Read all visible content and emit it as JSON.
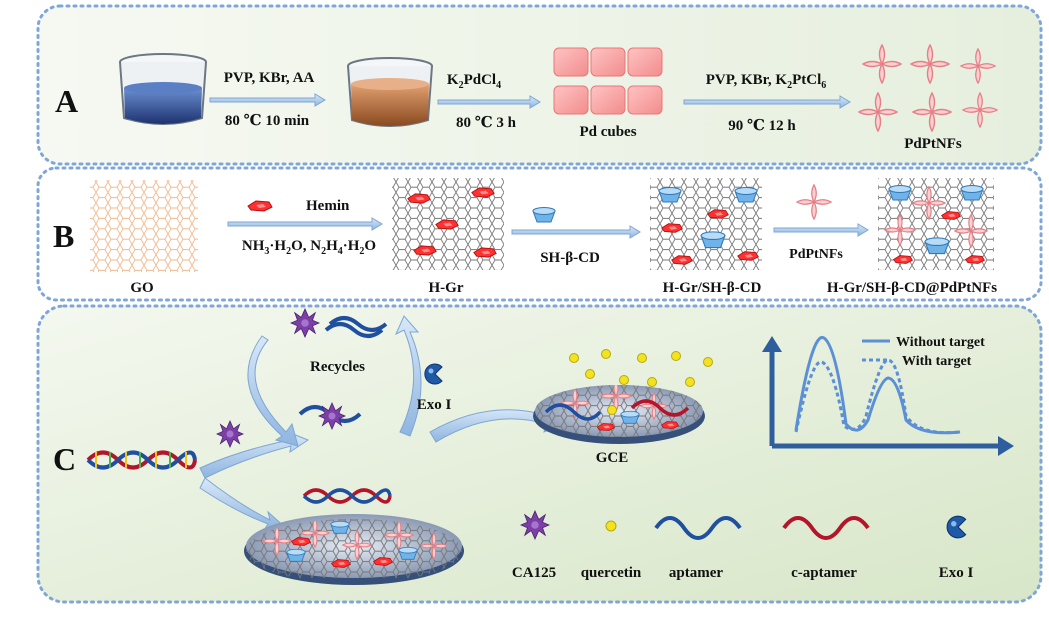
{
  "panels": {
    "a": {
      "letter": "A",
      "step1": {
        "reagents": "PVP, KBr, AA",
        "conditions": "80 ℃ 10 min"
      },
      "step2": {
        "reagent_base": "K",
        "reagent_sub1": "2",
        "reagent_mid": "PdCl",
        "reagent_sub2": "4",
        "conditions": "80 ℃ 3 h"
      },
      "pd_cubes_label": "Pd cubes",
      "step3": {
        "reagent_prefix": "PVP, KBr, K",
        "reagent_sub1": "2",
        "reagent_mid": "PtCl",
        "reagent_sub2": "6",
        "conditions": "90 ℃ 12 h"
      },
      "product_label": "PdPtNFs"
    },
    "b": {
      "letter": "B",
      "go_label": "GO",
      "hemin_label": "Hemin",
      "conditions": {
        "p1": "NH",
        "s1": "3",
        "p2": "·H",
        "s2": "2",
        "p3": "O, N",
        "s3": "2",
        "p4": "H",
        "s4": "4",
        "p5": "·H",
        "s5": "2",
        "p6": "O"
      },
      "hgr_label": "H-Gr",
      "shcd_label": "SH-β-CD",
      "hgr_cd_label": "H-Gr/SH-β-CD",
      "pdpt_label": "PdPtNFs",
      "final_label": "H-Gr/SH-β-CD@PdPtNFs"
    },
    "c": {
      "letter": "C",
      "recycles_label": "Recycles",
      "exo_label": "Exo I",
      "gce_label": "GCE",
      "legend_without": "Without target",
      "legend_with": "With target",
      "key": {
        "ca125": "CA125",
        "quercetin": "quercetin",
        "aptamer": "aptamer",
        "c_aptamer": "c-aptamer",
        "exo": "Exo I"
      }
    }
  },
  "colors": {
    "panel_border": "#7fa6d9",
    "panel_fill_a": "#eef4ea",
    "panel_fill_c": "#e4eedb",
    "arrow": "#a8c7e8",
    "pink": "#f2a5a8",
    "red": "#e02b2b",
    "blue_dna": "#1f4f9e",
    "red_dna": "#b3152b",
    "purple": "#7b3fa6",
    "yellow": "#f2e21f",
    "axis": "#2f5e9e",
    "curve": "#5b90d6"
  },
  "icons": [
    "beaker-icon",
    "cube-icon",
    "nanoflower-icon",
    "graphene-sheet-icon",
    "hemin-icon",
    "cyclodextrin-icon",
    "dna-helix-icon",
    "ca125-star-icon",
    "quercetin-dot-icon",
    "aptamer-wave-icon",
    "c-aptamer-wave-icon",
    "exo-enzyme-icon",
    "electrode-icon"
  ]
}
